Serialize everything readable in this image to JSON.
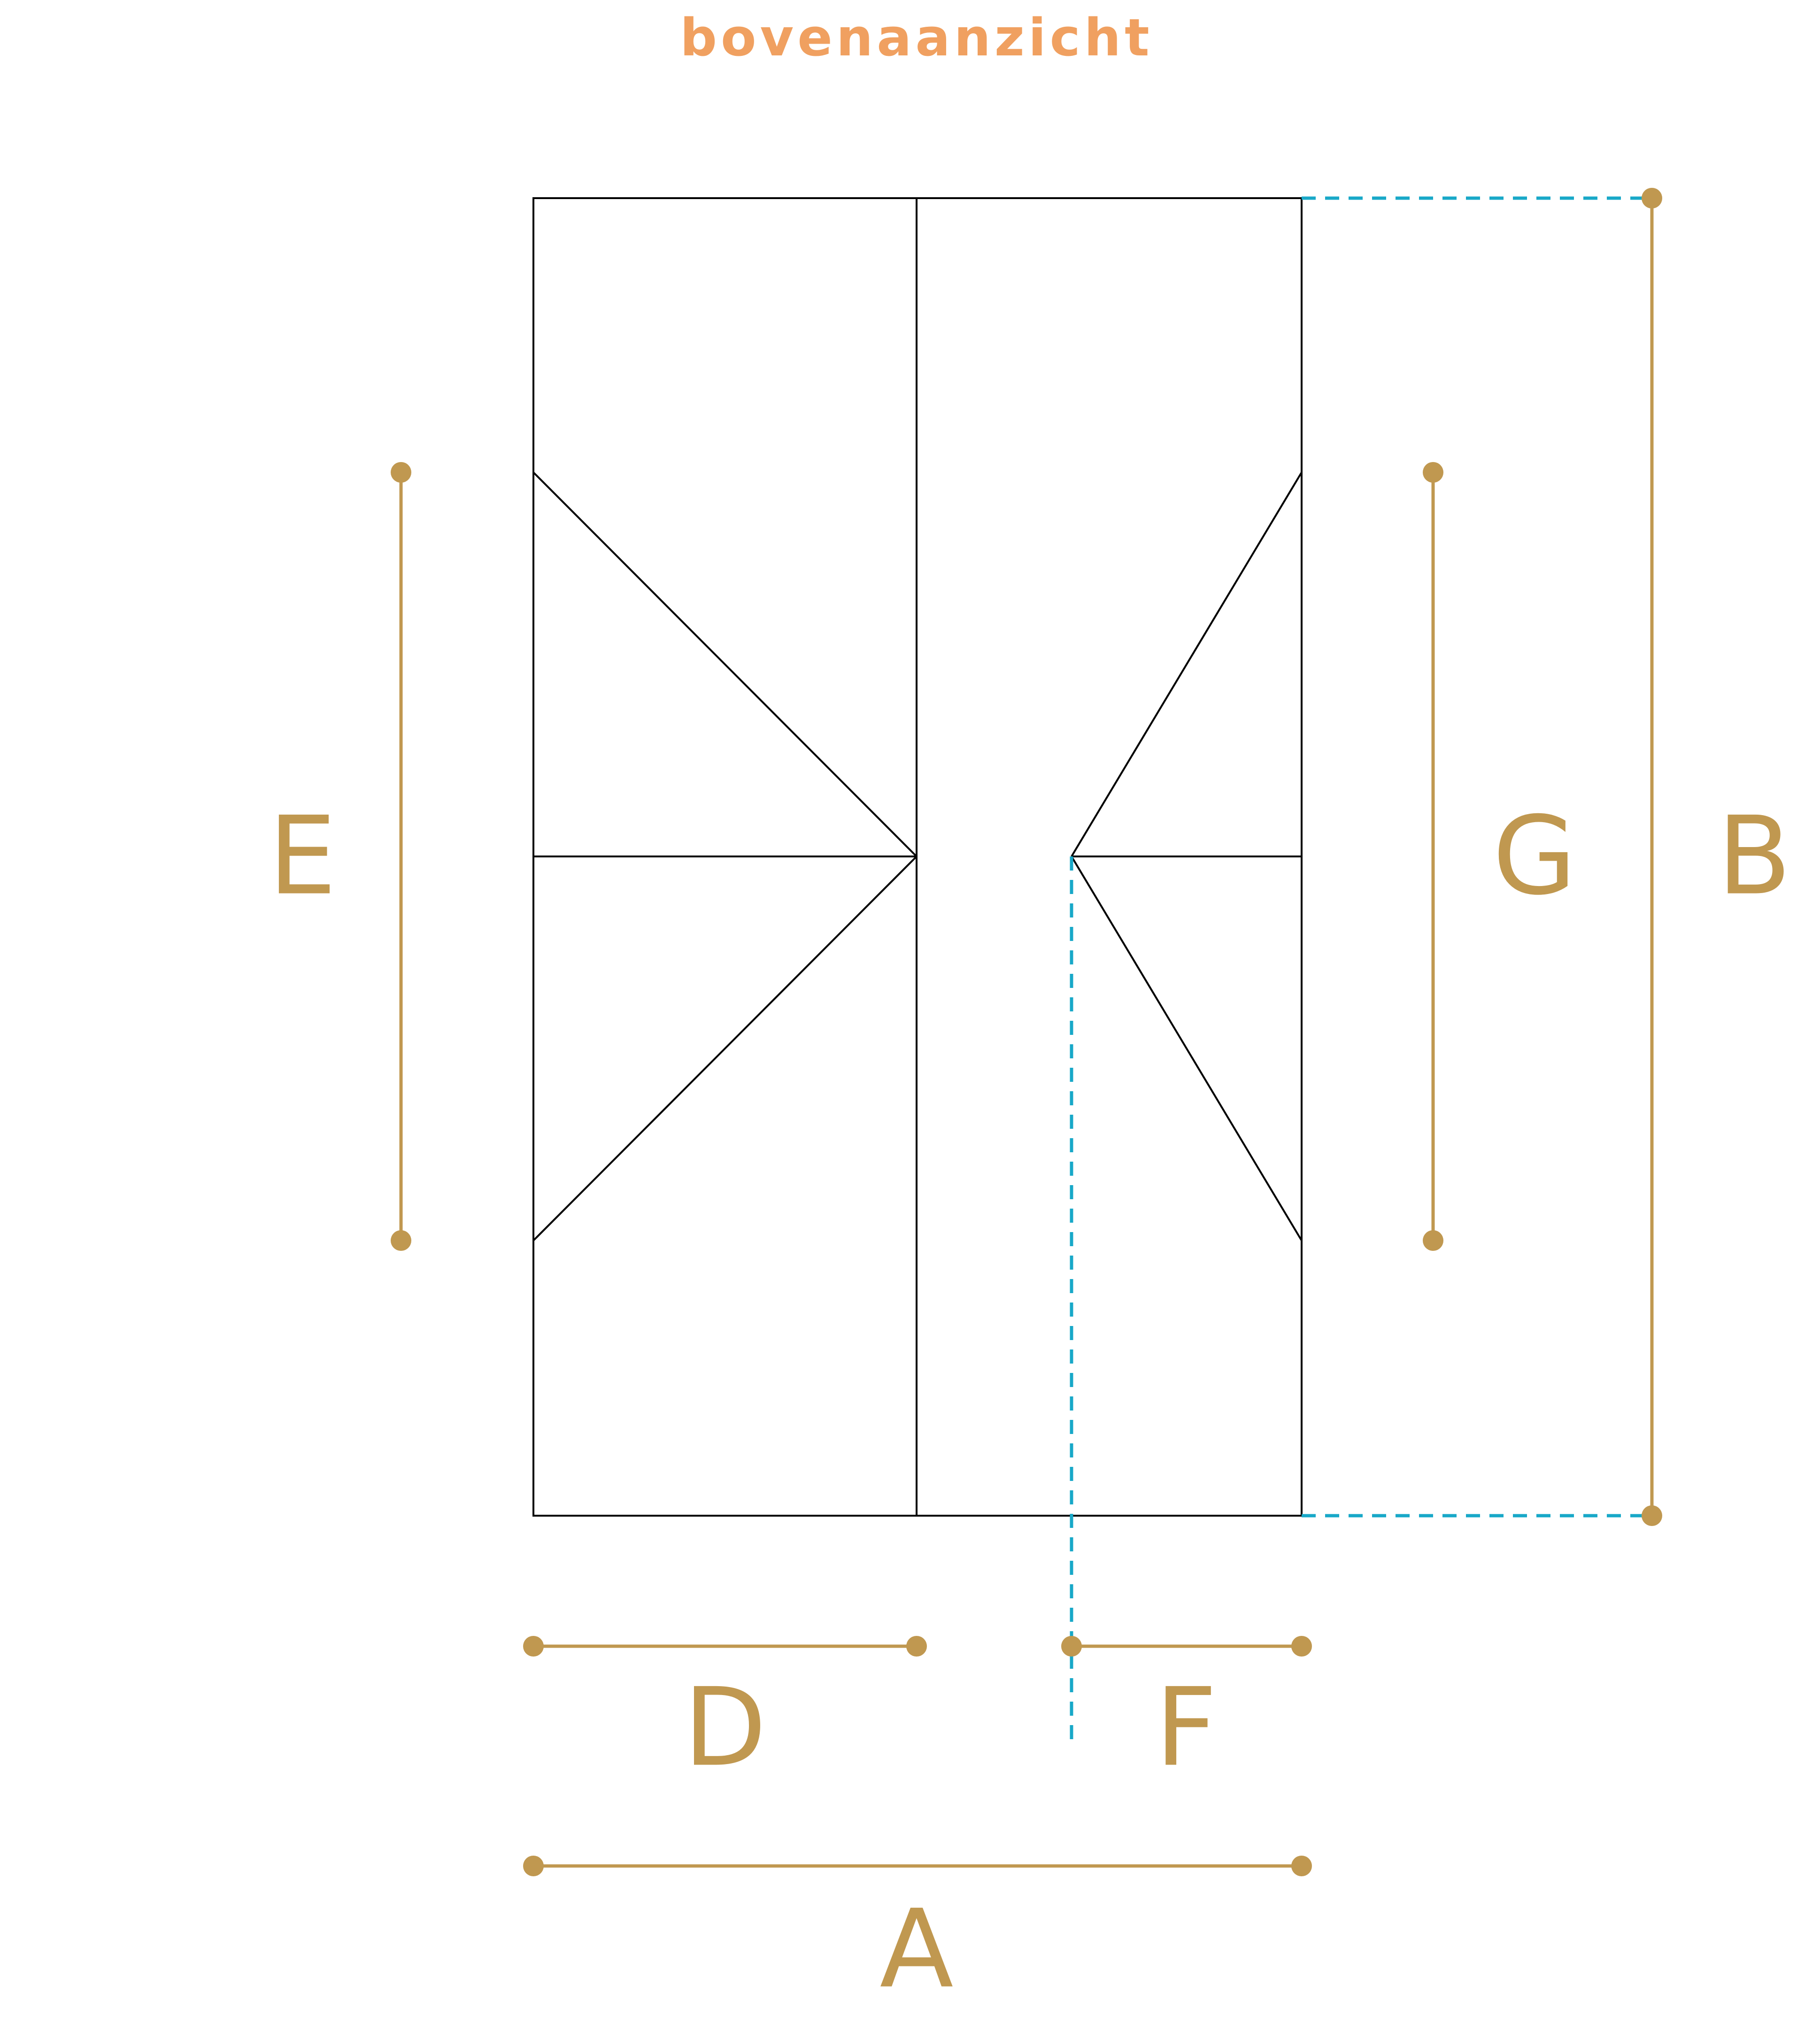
{
  "title": "bovenaanzicht",
  "colors": {
    "title": "#f0a060",
    "dimension": "#c09850",
    "guide": "#18a8c8",
    "outline": "#000000"
  },
  "dimensions": {
    "A": "A",
    "B": "B",
    "D": "D",
    "E": "E",
    "F": "F",
    "G": "G"
  }
}
